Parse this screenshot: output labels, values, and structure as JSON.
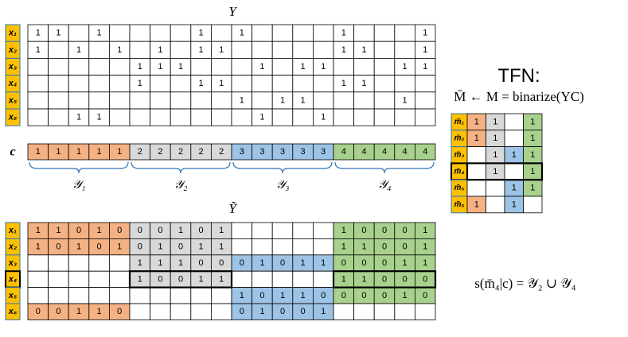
{
  "colors": {
    "orange": "#F4B183",
    "gray": "#D9D9D9",
    "blue": "#9DC3E6",
    "green": "#A9D18E",
    "gold": "#FFC000",
    "blue_border": "#2E75B6",
    "grid": "#000000"
  },
  "labels": {
    "Y": "Y",
    "Ytilde": "Ỹ",
    "c": "c",
    "tfn_title": "TFN:",
    "tfn_formula": "M̄ ← M = binarize(YC)",
    "support": "s(m̄₄|c) = 𝒴₂ ∪ 𝒴₄"
  },
  "row_labels": [
    "x₁",
    "x₂",
    "x₃",
    "x₄",
    "x₅",
    "x₆"
  ],
  "m_labels": [
    "m̄₁",
    "m̄₂",
    "m̄₃",
    "m̄₄",
    "m̄₅",
    "m̄₆"
  ],
  "groups": [
    "𝒴₁",
    "𝒴₂",
    "𝒴₃",
    "𝒴₄"
  ],
  "c_values": [
    "1",
    "1",
    "1",
    "1",
    "1",
    "2",
    "2",
    "2",
    "2",
    "2",
    "3",
    "3",
    "3",
    "3",
    "3",
    "4",
    "4",
    "4",
    "4",
    "4"
  ],
  "Y": [
    [
      "1",
      "1",
      "",
      "1",
      "",
      "",
      "",
      "",
      "1",
      "",
      "1",
      "",
      "",
      "",
      "",
      "1",
      "",
      "",
      "",
      "1"
    ],
    [
      "1",
      "",
      "1",
      "",
      "1",
      "",
      "1",
      "",
      "1",
      "1",
      "",
      "",
      "",
      "",
      "",
      "1",
      "1",
      "",
      "",
      "1"
    ],
    [
      "",
      "",
      "",
      "",
      "",
      "1",
      "1",
      "1",
      "",
      "",
      "",
      "1",
      "",
      "1",
      "1",
      "",
      "",
      "",
      "1",
      "1"
    ],
    [
      "",
      "",
      "",
      "",
      "",
      "1",
      "",
      "",
      "1",
      "1",
      "",
      "",
      "",
      "",
      "",
      "1",
      "1",
      "",
      "",
      ""
    ],
    [
      "",
      "",
      "",
      "",
      "",
      "",
      "",
      "",
      "",
      "",
      "1",
      "",
      "1",
      "1",
      "",
      "",
      "",
      "",
      "1",
      ""
    ],
    [
      "",
      "",
      "1",
      "1",
      "",
      "",
      "",
      "",
      "",
      "",
      "",
      "1",
      "",
      "",
      "1",
      "",
      "",
      "",
      "",
      ""
    ]
  ],
  "Ytilde": [
    [
      [
        "1",
        "1",
        "0",
        "1",
        "0"
      ],
      [
        "0",
        "0",
        "1",
        "0",
        "1"
      ],
      null,
      [
        "1",
        "0",
        "0",
        "0",
        "1"
      ]
    ],
    [
      [
        "1",
        "0",
        "1",
        "0",
        "1"
      ],
      [
        "0",
        "1",
        "0",
        "1",
        "1"
      ],
      null,
      [
        "1",
        "1",
        "0",
        "0",
        "1"
      ]
    ],
    [
      null,
      [
        "1",
        "1",
        "1",
        "0",
        "0"
      ],
      [
        "0",
        "1",
        "0",
        "1",
        "1"
      ],
      [
        "0",
        "0",
        "0",
        "1",
        "1"
      ]
    ],
    [
      null,
      [
        "1",
        "0",
        "0",
        "1",
        "1"
      ],
      null,
      [
        "1",
        "1",
        "0",
        "0",
        "0"
      ]
    ],
    [
      null,
      null,
      [
        "1",
        "0",
        "1",
        "1",
        "0"
      ],
      [
        "0",
        "0",
        "0",
        "1",
        "0"
      ]
    ],
    [
      [
        "0",
        "0",
        "1",
        "1",
        "0"
      ],
      null,
      [
        "0",
        "1",
        "0",
        "0",
        "1"
      ],
      null
    ]
  ],
  "M": [
    [
      "1",
      "1",
      "",
      "1"
    ],
    [
      "1",
      "1",
      "",
      "1"
    ],
    [
      "",
      "1",
      "1",
      "1"
    ],
    [
      "",
      "1",
      "",
      "1"
    ],
    [
      "",
      "",
      "1",
      "1"
    ],
    [
      "1",
      "",
      "1",
      ""
    ]
  ]
}
